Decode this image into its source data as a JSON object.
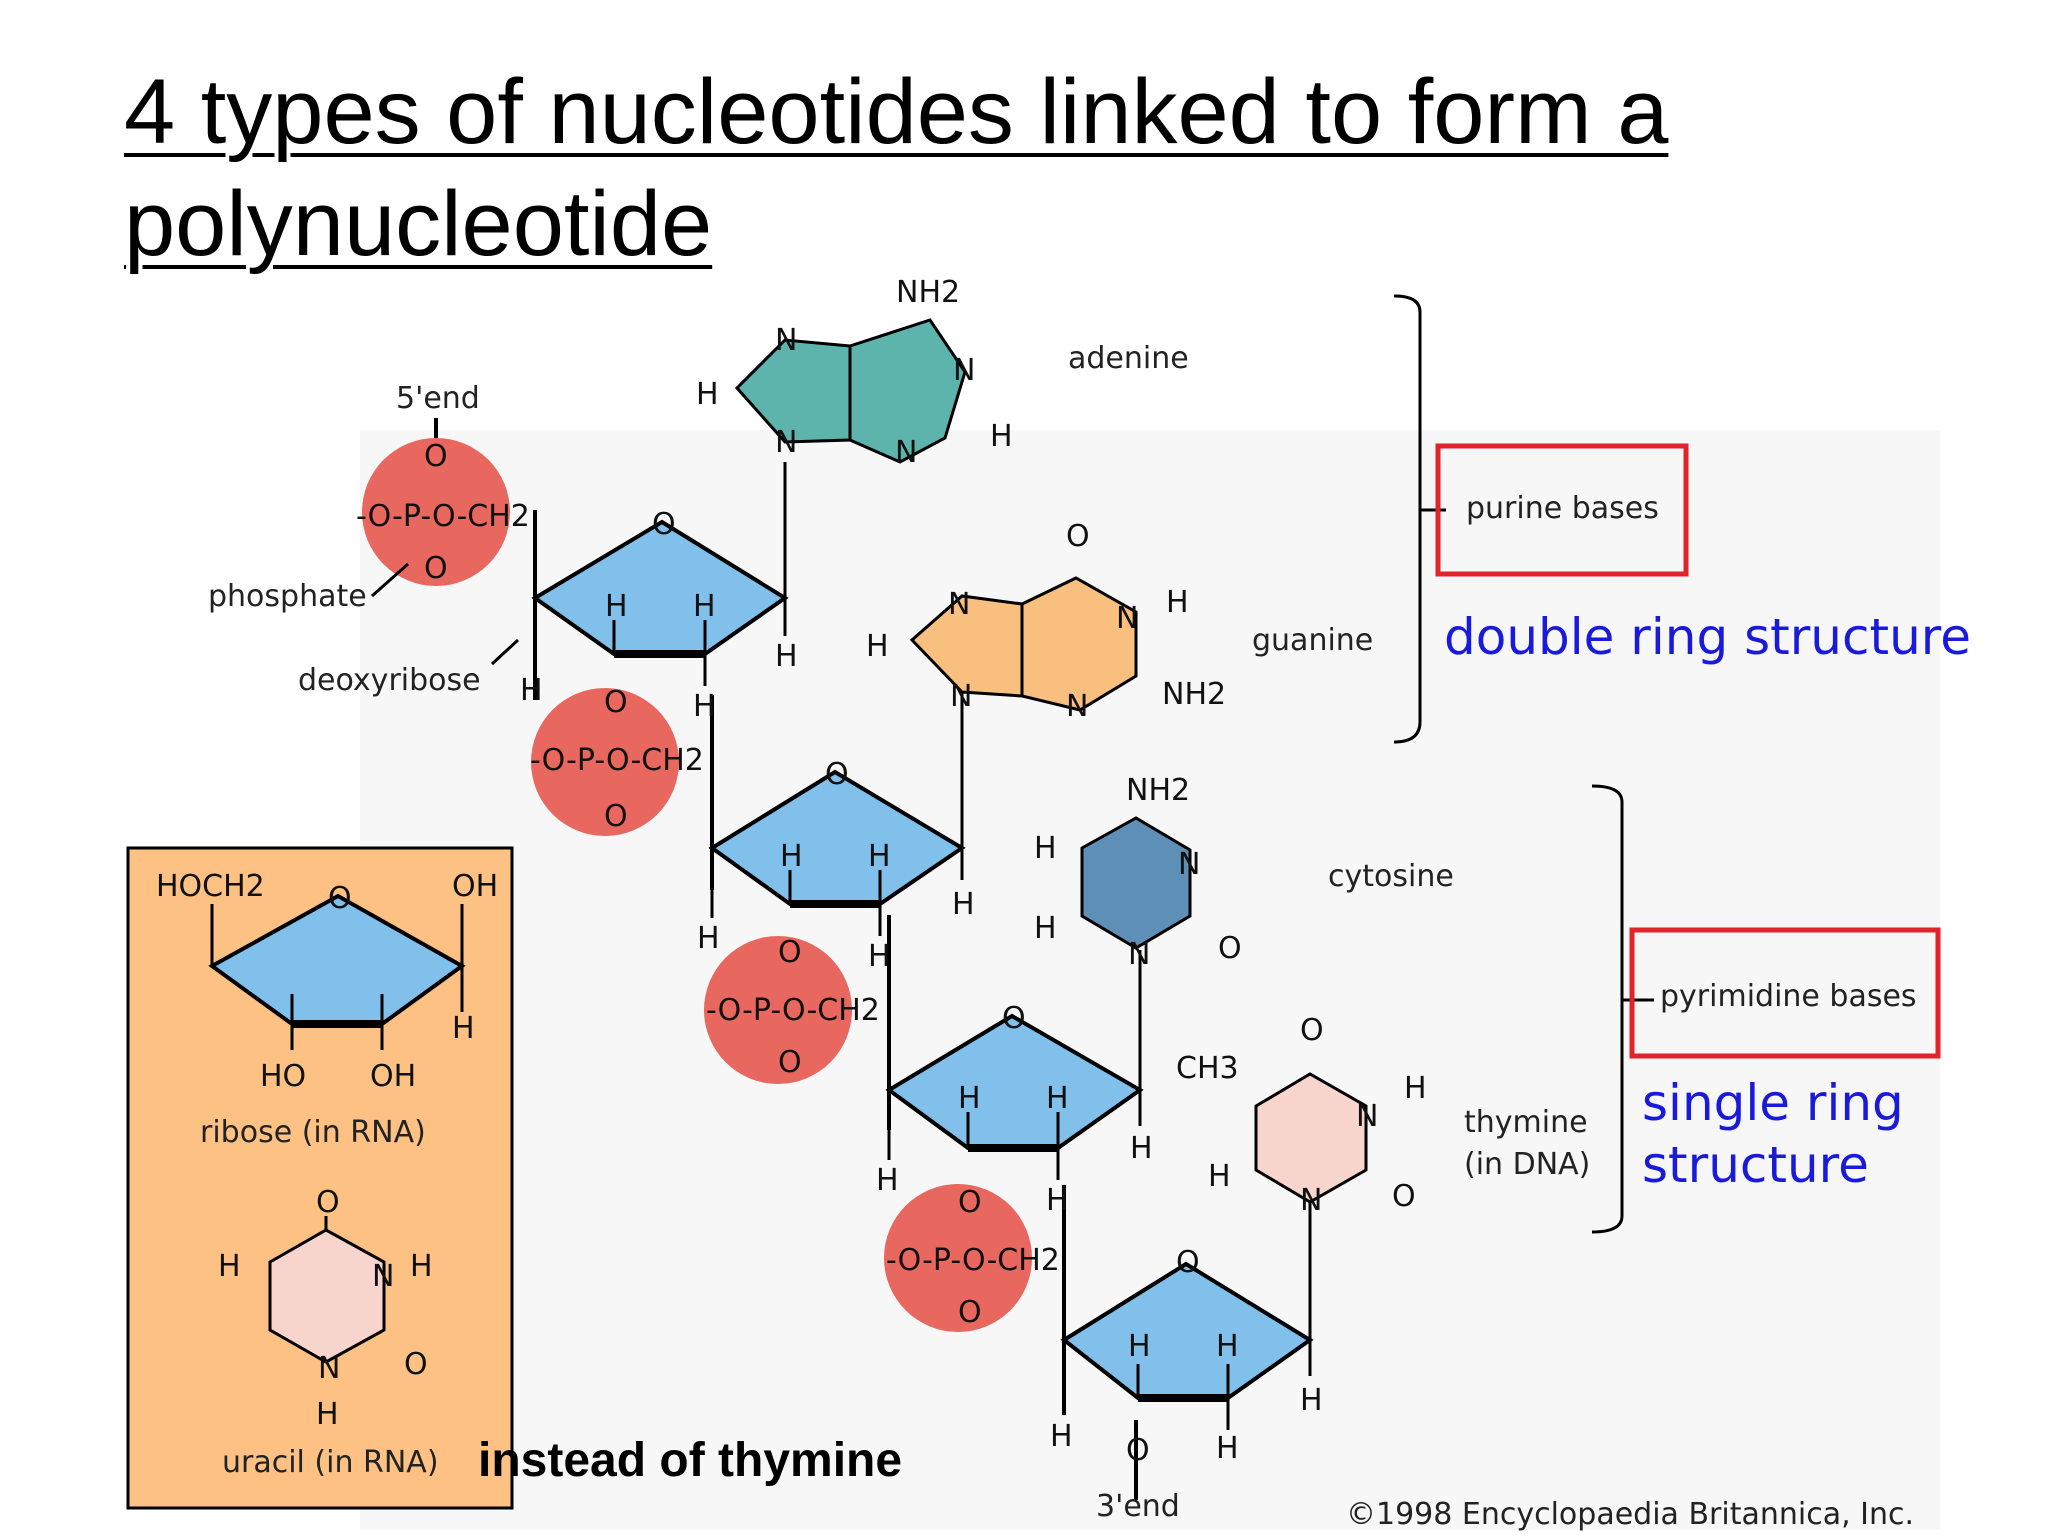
{
  "title": "4 types of nucleotides linked to form a polynucleotide",
  "labels": {
    "five_end": "5'end",
    "three_end": "3'end",
    "phosphate": "phosphate",
    "deoxyribose": "deoxyribose",
    "adenine": "adenine",
    "guanine": "guanine",
    "cytosine": "cytosine",
    "thymine": "thymine",
    "thymine_note": "(in DNA)",
    "purine_bases": "purine bases",
    "pyrimidine_bases": "pyrimidine bases",
    "double_ring": "double ring structure",
    "single_ring_1": "single ring",
    "single_ring_2": "structure",
    "ribose": "ribose (in RNA)",
    "uracil": "uracil (in RNA)",
    "instead": "instead of thymine",
    "copyright": "©1998 Encyclopaedia Britannica, Inc."
  },
  "atoms": {
    "phosphate_group": "-O-P-O-CH2",
    "O": "O",
    "P": "P",
    "H": "H",
    "N": "N",
    "NH2": "NH2",
    "CH2": "CH2",
    "CH3": "CH3",
    "HOCH2": "HOCH2",
    "OH": "OH",
    "HO": "HO"
  },
  "colors": {
    "phosphate": "#e8675e",
    "sugar": "#82c0ec",
    "adenine": "#5db4ad",
    "guanine": "#f9bf7e",
    "cytosine": "#5e8fb7",
    "thymine": "#f7d4cc",
    "inset_bg": "#fcc183",
    "highlight_box": "#e0242b",
    "annotation_text": "#1a1adb"
  }
}
